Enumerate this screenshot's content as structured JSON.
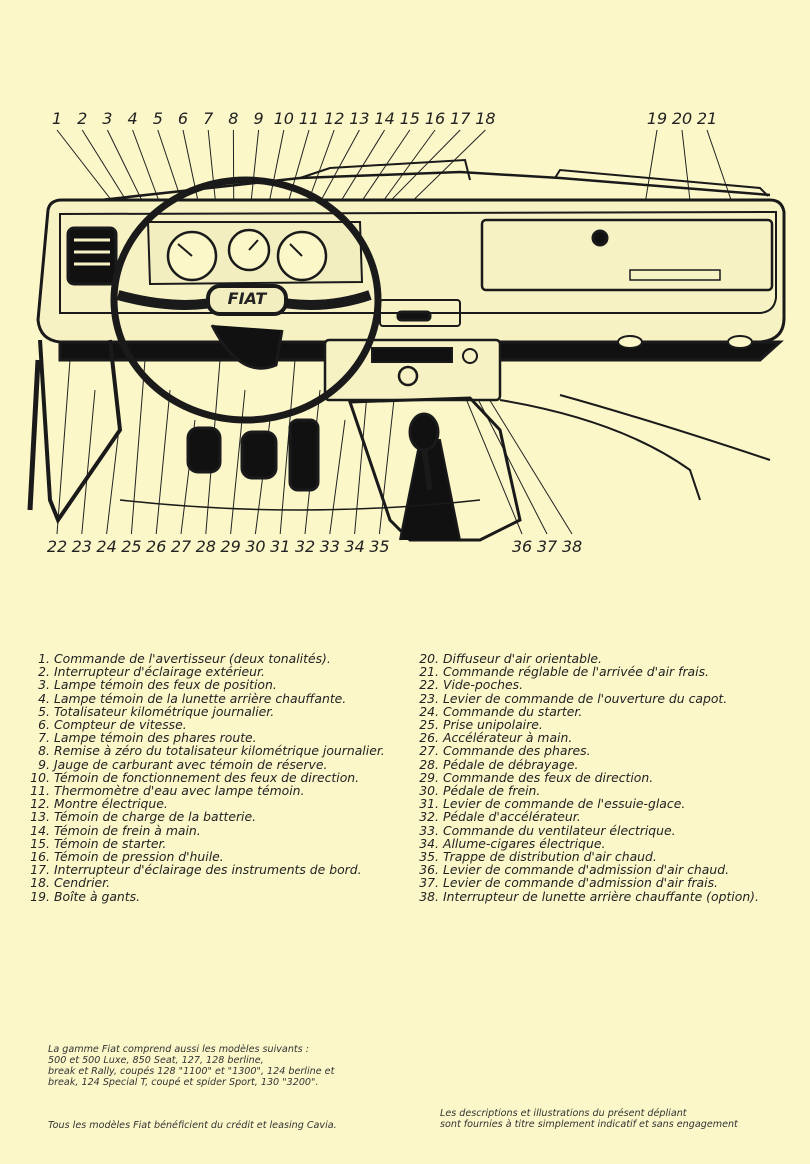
{
  "callouts_top": [
    "1",
    "2",
    "3",
    "4",
    "5",
    "6",
    "7",
    "8",
    "9",
    "10",
    "11",
    "12",
    "13",
    "14",
    "15",
    "16",
    "17",
    "18"
  ],
  "callouts_top_right": [
    "19",
    "20",
    "21"
  ],
  "callouts_bottom": [
    "22",
    "23",
    "24",
    "25",
    "26",
    "27",
    "28",
    "29",
    "30",
    "31",
    "32",
    "33",
    "34",
    "35"
  ],
  "callouts_bottom_right": [
    "36",
    "37",
    "38"
  ],
  "horn_badge": "FIAT",
  "legend_left": [
    {
      "num": "1.",
      "text": "Commande de l'avertisseur (deux tonalités)."
    },
    {
      "num": "2.",
      "text": "Interrupteur d'éclairage extérieur."
    },
    {
      "num": "3.",
      "text": "Lampe témoin des feux de position."
    },
    {
      "num": "4.",
      "text": "Lampe témoin de la lunette arrière chauffante."
    },
    {
      "num": "5.",
      "text": "Totalisateur kilométrique journalier."
    },
    {
      "num": "6.",
      "text": "Compteur de vitesse."
    },
    {
      "num": "7.",
      "text": "Lampe témoin des phares route."
    },
    {
      "num": "8.",
      "text": "Remise à zéro du totalisateur kilométrique journalier."
    },
    {
      "num": "9.",
      "text": "Jauge de carburant avec témoin de réserve."
    },
    {
      "num": "10.",
      "text": "Témoin de fonctionnement des feux de direction."
    },
    {
      "num": "11.",
      "text": "Thermomètre d'eau avec lampe témoin."
    },
    {
      "num": "12.",
      "text": "Montre électrique."
    },
    {
      "num": "13.",
      "text": "Témoin de charge de la batterie."
    },
    {
      "num": "14.",
      "text": "Témoin de frein à main."
    },
    {
      "num": "15.",
      "text": "Témoin de starter."
    },
    {
      "num": "16.",
      "text": "Témoin de pression d'huile."
    },
    {
      "num": "17.",
      "text": "Interrupteur d'éclairage des instruments de bord."
    },
    {
      "num": "18.",
      "text": "Cendrier."
    },
    {
      "num": "19.",
      "text": "Boîte à gants."
    }
  ],
  "legend_right": [
    {
      "num": "20.",
      "text": "Diffuseur d'air orientable."
    },
    {
      "num": "21.",
      "text": "Commande réglable de l'arrivée d'air frais."
    },
    {
      "num": "22.",
      "text": "Vide-poches."
    },
    {
      "num": "23.",
      "text": "Levier de commande de l'ouverture du capot."
    },
    {
      "num": "24.",
      "text": "Commande du starter."
    },
    {
      "num": "25.",
      "text": "Prise unipolaire."
    },
    {
      "num": "26.",
      "text": "Accélérateur à main."
    },
    {
      "num": "27.",
      "text": "Commande des phares."
    },
    {
      "num": "28.",
      "text": "Pédale de débrayage."
    },
    {
      "num": "29.",
      "text": "Commande des feux de direction."
    },
    {
      "num": "30.",
      "text": "Pédale de frein."
    },
    {
      "num": "31.",
      "text": "Levier de commande de l'essuie-glace."
    },
    {
      "num": "32.",
      "text": "Pédale d'accélérateur."
    },
    {
      "num": "33.",
      "text": "Commande du ventilateur électrique."
    },
    {
      "num": "34.",
      "text": "Allume-cigares électrique."
    },
    {
      "num": "35.",
      "text": "Trappe de distribution d'air chaud."
    },
    {
      "num": "36.",
      "text": "Levier de commande d'admission d'air chaud."
    },
    {
      "num": "37.",
      "text": "Levier de commande d'admission d'air frais."
    },
    {
      "num": "38.",
      "text": "Interrupteur de lunette arrière chauffante (option)."
    }
  ],
  "models_note": [
    "La gamme Fiat comprend aussi les modèles suivants :",
    "500 et 500 Luxe, 850 Seat, 127, 128 berline,",
    "break et Rally, coupés 128 \"1100\" et \"1300\", 124 berline et",
    "break, 124 Special T, coupé et spider Sport, 130 \"3200\"."
  ],
  "credit_note": "Tous les modèles Fiat bénéficient du crédit et leasing Cavia.",
  "disclaimer": [
    "Les descriptions et illustrations du présent dépliant",
    "sont fournies à titre simplement indicatif et sans engagement"
  ]
}
